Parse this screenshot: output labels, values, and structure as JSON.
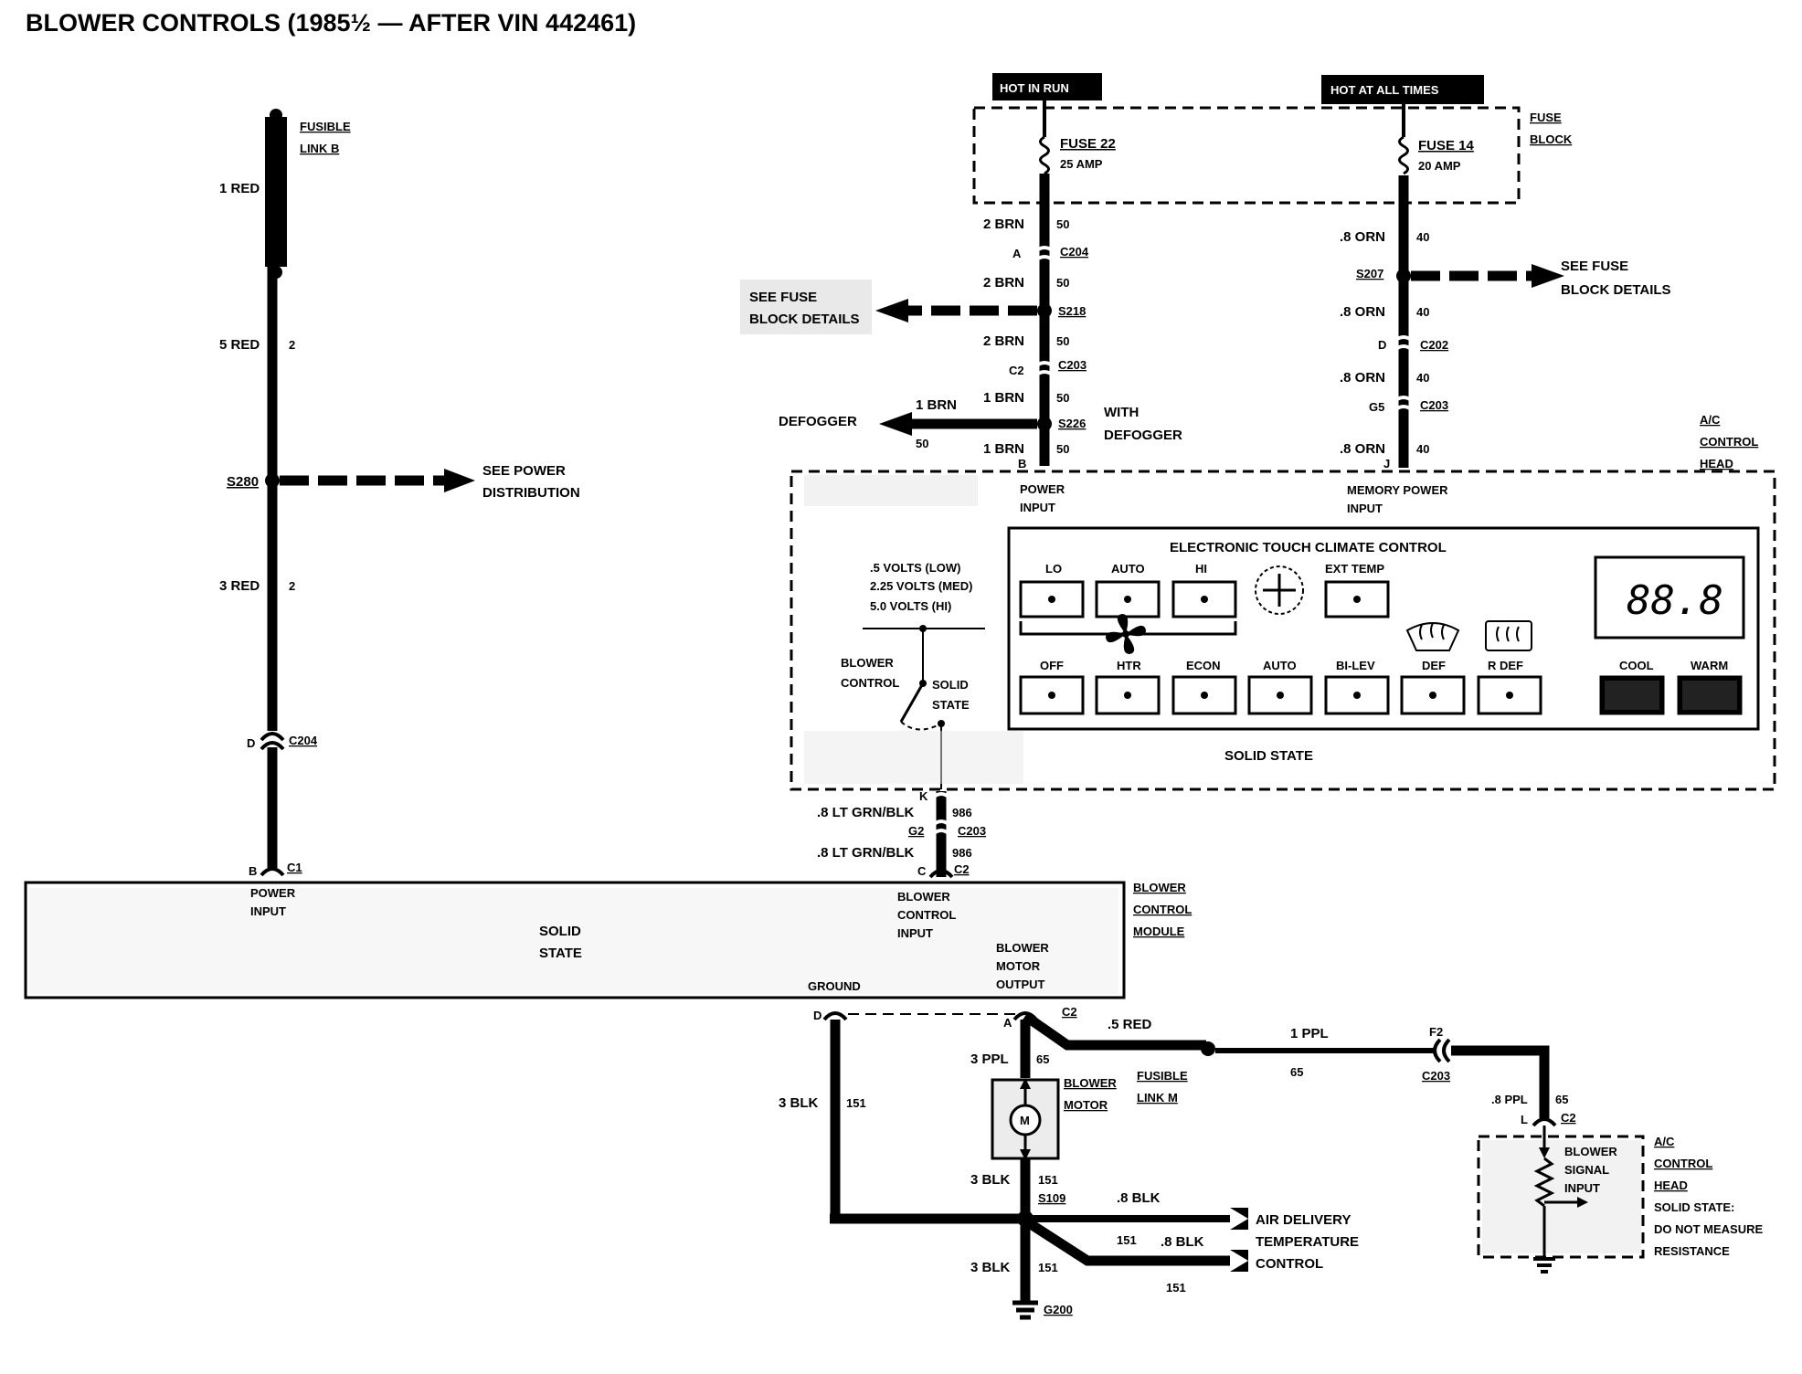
{
  "title": "BLOWER CONTROLS (1985½ — AFTER VIN 442461)",
  "fusible_link_b": {
    "line1": "FUSIBLE",
    "line2": "LINK B"
  },
  "left_wires": {
    "w1": "1 RED",
    "w2": "5 RED",
    "w2_circuit": "2",
    "w3": "3 RED",
    "w3_circuit": "2"
  },
  "s280": {
    "label": "S280",
    "see1": "SEE POWER",
    "see2": "DISTRIBUTION"
  },
  "c204_left": {
    "pin": "D",
    "label": "C204"
  },
  "c1": {
    "pin": "B",
    "label": "C1"
  },
  "hot_in_run": "HOT IN RUN",
  "hot_at_all_times": "HOT AT ALL TIMES",
  "fuse_block": {
    "line1": "FUSE",
    "line2": "BLOCK"
  },
  "fuse22": {
    "name": "FUSE 22",
    "amp": "25 AMP"
  },
  "fuse14": {
    "name": "FUSE 14",
    "amp": "20 AMP"
  },
  "brn_branch": {
    "w1": "2 BRN",
    "c1": "50",
    "c204_pin": "A",
    "c204": "C204",
    "w2": "2 BRN",
    "c2": "50",
    "s218": "S218",
    "see1": "SEE FUSE",
    "see2": "BLOCK DETAILS",
    "w3": "2 BRN",
    "c3": "50",
    "c203_pin": "C2",
    "c203": "C203",
    "w4": "1 BRN",
    "c4": "50",
    "s226": "S226",
    "with1": "WITH",
    "with2": "DEFOGGER",
    "def_wire": "1 BRN",
    "def_circuit": "50",
    "defogger": "DEFOGGER",
    "w5": "1 BRN",
    "c5": "50",
    "pin_b": "B"
  },
  "orn_branch": {
    "w1": ".8 ORN",
    "c1": "40",
    "s207": "S207",
    "see1": "SEE FUSE",
    "see2": "BLOCK DETAILS",
    "w2": ".8 ORN",
    "c2": "40",
    "c202_pin": "D",
    "c202": "C202",
    "w3": ".8 ORN",
    "c3": "40",
    "c203_pin": "G5",
    "c203": "C203",
    "w4": ".8 ORN",
    "c4": "40",
    "pin_j": "J"
  },
  "ac_head": {
    "line1": "A/C",
    "line2": "CONTROL",
    "line3": "HEAD"
  },
  "power_input": {
    "line1": "POWER",
    "line2": "INPUT"
  },
  "memory_power_input": {
    "line1": "MEMORY POWER",
    "line2": "INPUT"
  },
  "volts": {
    "low": ".5 VOLTS (LOW)",
    "med": "2.25 VOLTS (MED)",
    "hi": "5.0 VOLTS (HI)"
  },
  "blower_control_switch": {
    "line1": "BLOWER",
    "line2": "CONTROL",
    "ss1": "SOLID",
    "ss2": "STATE"
  },
  "etcc": {
    "title": "ELECTRONIC TOUCH CLIMATE CONTROL",
    "top_buttons": [
      "LO",
      "AUTO",
      "HI"
    ],
    "ext_temp": "EXT TEMP",
    "display": "88.8",
    "bottom_buttons": [
      "OFF",
      "HTR",
      "ECON",
      "AUTO",
      "BI-LEV",
      "DEF",
      "R DEF"
    ],
    "cool": "COOL",
    "warm": "WARM"
  },
  "solid_state_head": "SOLID STATE",
  "lt_grn": {
    "pin_k": "K",
    "w1": ".8 LT GRN/BLK",
    "c1": "986",
    "g2": "G2",
    "c203": "C203",
    "w2": ".8 LT GRN/BLK",
    "c2": "986",
    "pin_c": "C",
    "c2_conn": "C2"
  },
  "module": {
    "power1": "POWER",
    "power2": "INPUT",
    "ss1": "SOLID",
    "ss2": "STATE",
    "bci1": "BLOWER",
    "bci2": "CONTROL",
    "bci3": "INPUT",
    "bmo1": "BLOWER",
    "bmo2": "MOTOR",
    "bmo3": "OUTPUT",
    "ground": "GROUND",
    "name1": "BLOWER",
    "name2": "CONTROL",
    "name3": "MODULE"
  },
  "output_side": {
    "pin_d": "D",
    "pin_a": "A",
    "c2": "C2",
    "red": ".5 RED",
    "w_ppl": "3 PPL",
    "c_ppl": "65",
    "fl1": "FUSIBLE",
    "fl2": "LINK M",
    "ppl1": "1 PPL",
    "ppl1_c": "65",
    "f2": "F2",
    "c203": "C203",
    "ppl8": ".8 PPL",
    "ppl8_c": "65",
    "pin_l": "L",
    "c2_right": "C2"
  },
  "blower_motor": {
    "line1": "BLOWER",
    "line2": "MOTOR",
    "m": "M"
  },
  "ground_side": {
    "blk_left": "3 BLK",
    "blk_left_c": "151",
    "blk_mid": "3 BLK",
    "blk_mid_c": "151",
    "s109": "S109",
    "blk8": ".8 BLK",
    "blk8b": ".8 BLK",
    "c151a": "151",
    "blk_low": "3 BLK",
    "blk_low_c": "151",
    "c151b": "151",
    "g200": "G200"
  },
  "air_delivery": {
    "line1": "AIR DELIVERY",
    "line2": "TEMPERATURE",
    "line3": "CONTROL"
  },
  "signal_input": {
    "line1": "BLOWER",
    "line2": "SIGNAL",
    "line3": "INPUT"
  },
  "ac_head_note": {
    "line1": "A/C",
    "line2": "CONTROL",
    "line3": "HEAD",
    "line4": "SOLID STATE:",
    "line5": "DO NOT MEASURE",
    "line6": "RESISTANCE"
  }
}
